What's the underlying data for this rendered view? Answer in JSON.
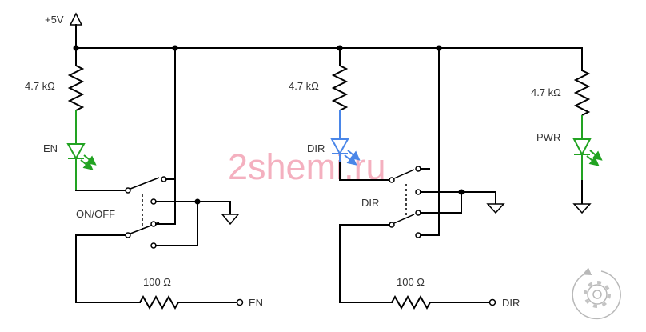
{
  "diagram": {
    "supply_label": "+5V",
    "watermark": "2shemi.ru",
    "en": {
      "pullup_label": "4.7 kΩ",
      "led_label": "EN",
      "switch_label": "ON/OFF",
      "series_label": "100 Ω",
      "output_label": "EN"
    },
    "dir": {
      "pullup_label": "4.7 kΩ",
      "led_label": "DIR",
      "switch_label": "DIR",
      "series_label": "100 Ω",
      "output_label": "DIR"
    },
    "pwr": {
      "pullup_label": "4.7 kΩ",
      "led_label": "PWR"
    }
  },
  "colors": {
    "wire": "#000000",
    "led_green": "#22a322",
    "led_blue": "#4a86e8",
    "label": "#333333",
    "watermark": "#f3a3b5",
    "icon": "#b8b8b8"
  },
  "icons": {
    "supply": "supply-arrow-icon",
    "ground": "ground-icon",
    "corner_control": "gear-rotate-icon"
  }
}
